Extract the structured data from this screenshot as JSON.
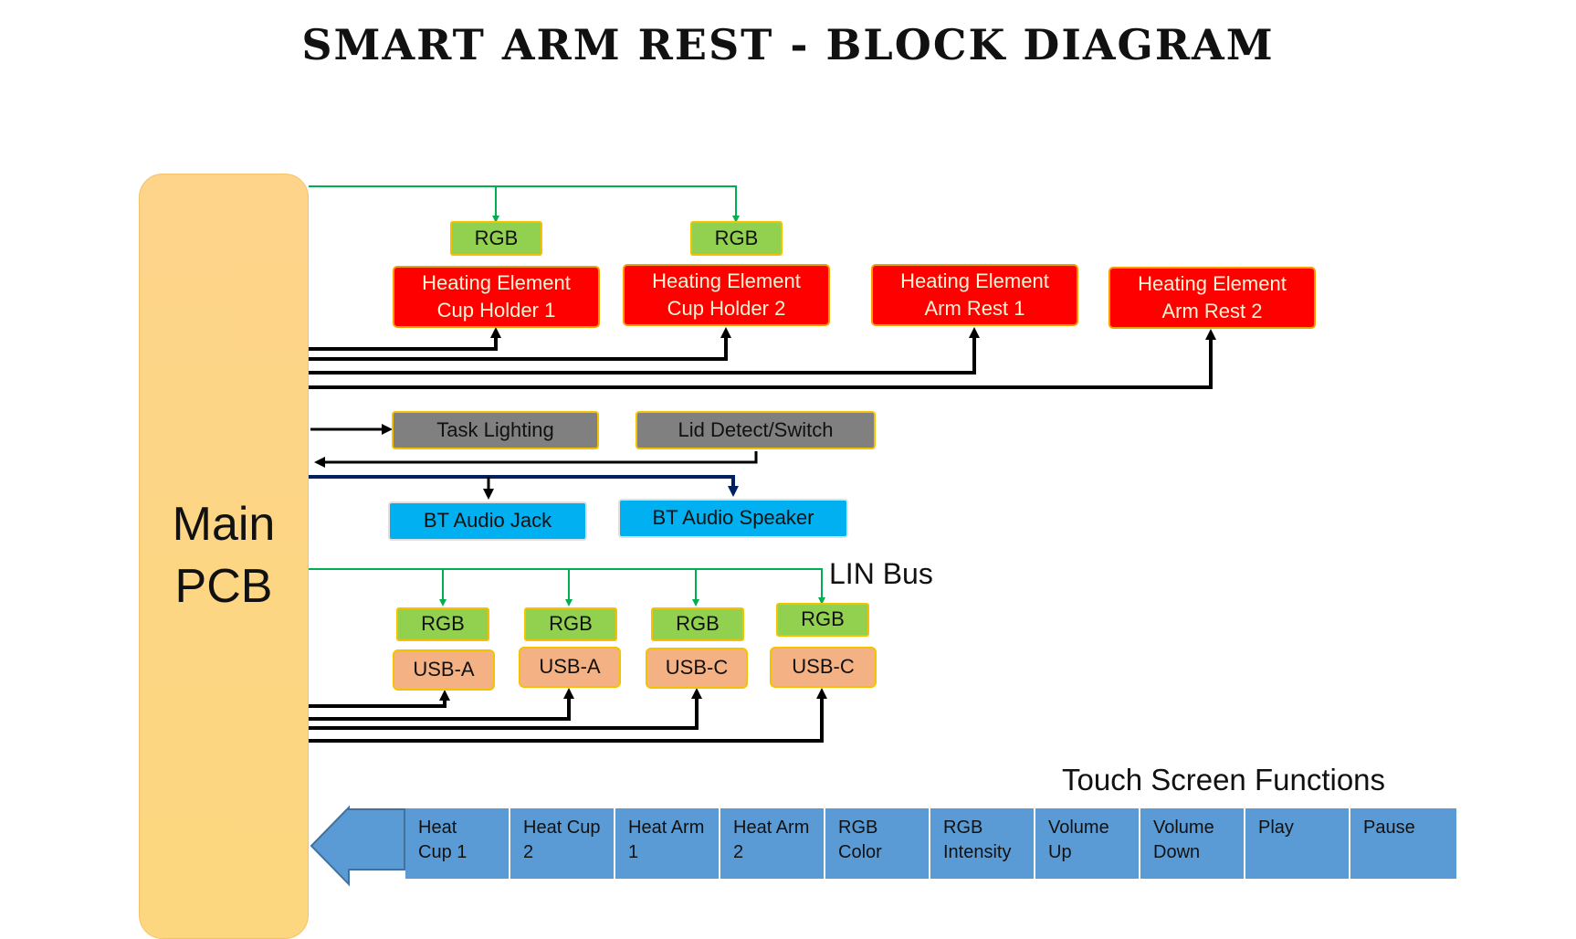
{
  "title": "SMART ARM REST - BLOCK DIAGRAM",
  "main_pcb": "Main\nPCB",
  "rgb_label": "RGB",
  "heating_elements": [
    "Heating Element\nCup Holder 1",
    "Heating Element\nCup Holder 2",
    "Heating Element\nArm Rest 1",
    "Heating Element\nArm Rest 2"
  ],
  "task_lighting": "Task Lighting",
  "lid_detect": "Lid Detect/Switch",
  "bt_audio_jack": "BT Audio Jack",
  "bt_audio_speaker": "BT Audio Speaker",
  "lin_bus": "LIN Bus",
  "usb_ports": [
    "USB-A",
    "USB-A",
    "USB-C",
    "USB-C"
  ],
  "touch_screen_title": "Touch Screen Functions",
  "touch_functions": [
    "Heat\nCup 1",
    "Heat Cup\n2",
    "Heat Arm\n1",
    "Heat Arm\n2",
    "RGB\nColor",
    "RGB\nIntensity",
    "Volume\nUp",
    "Volume\nDown",
    "Play",
    "Pause"
  ],
  "colors": {
    "green_line": "#00b050",
    "black_line": "#000000",
    "navy_line": "#002060",
    "rgb": "#92d050",
    "heating": "#ff0000",
    "gray_block": "#808080",
    "bt_block": "#00b0f0",
    "usb_block": "#f4b183",
    "touch_cell": "#5b9bd5",
    "main_pcb": "#fdd48a"
  }
}
